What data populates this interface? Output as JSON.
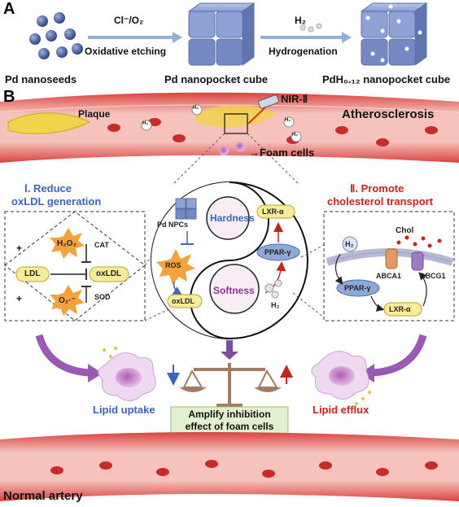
{
  "panel_a": {
    "letter": "A",
    "step1_label_top": "Cl⁻/O₂",
    "step1_label_bottom": "Oxidative etching",
    "step2_label_top": "H₂",
    "step2_label_bottom": "Hydrogenation",
    "stage1": "Pd nanoseeds",
    "stage2": "Pd nanopocket cube",
    "stage3": "PdH₀.₁₂ nanopocket cube"
  },
  "panel_b": {
    "letter": "B",
    "artery_top": {
      "plaque": "Plaque",
      "nir": "NIR-Ⅱ",
      "disease": "Atherosclerosis",
      "foam_cells": "→Foam cells",
      "h2_badge": "H₂"
    },
    "left_title_line1": "Ⅰ. Reduce",
    "left_title_line2": "oxLDL generation",
    "right_title_line1": "Ⅱ. Promote",
    "right_title_line2": "cholesterol transport",
    "left_box": {
      "h2o2": "H₂O₂",
      "cat": "CAT",
      "ldl": "LDL",
      "oxldl": "oxLDL",
      "o2": "O₂·⁻",
      "sod": "SOD",
      "plus": "+"
    },
    "center_circle": {
      "pd_npcs": "Pd NPCs",
      "hardness": "Hardness",
      "ros": "ROS",
      "oxldl": "oxLDL",
      "lxr": "LXR-α",
      "ppar": "PPAR-γ",
      "softness": "Softness",
      "h2": "H₂"
    },
    "right_box": {
      "h2": "H₂",
      "chol": "Chol",
      "abca1": "ABCA1",
      "abcg1": "ABCG1",
      "ppar": "PPAR-γ",
      "lxr": "LXR-α"
    },
    "lipid_uptake": "Lipid uptake",
    "lipid_efflux": "Lipid efflux",
    "amplify_line1": "Amplify inhibition",
    "amplify_line2": "effect of foam cells",
    "normal_artery": "Normal artery"
  },
  "colors": {
    "cube": "#7f93c6",
    "sphere": "#4a5f9e",
    "artery": "#e05a5a",
    "blue_text": "#3a66b5",
    "red_text": "#c0261e",
    "purple_arrow": "#9b59b6",
    "green_box": "#e3f0d0"
  }
}
